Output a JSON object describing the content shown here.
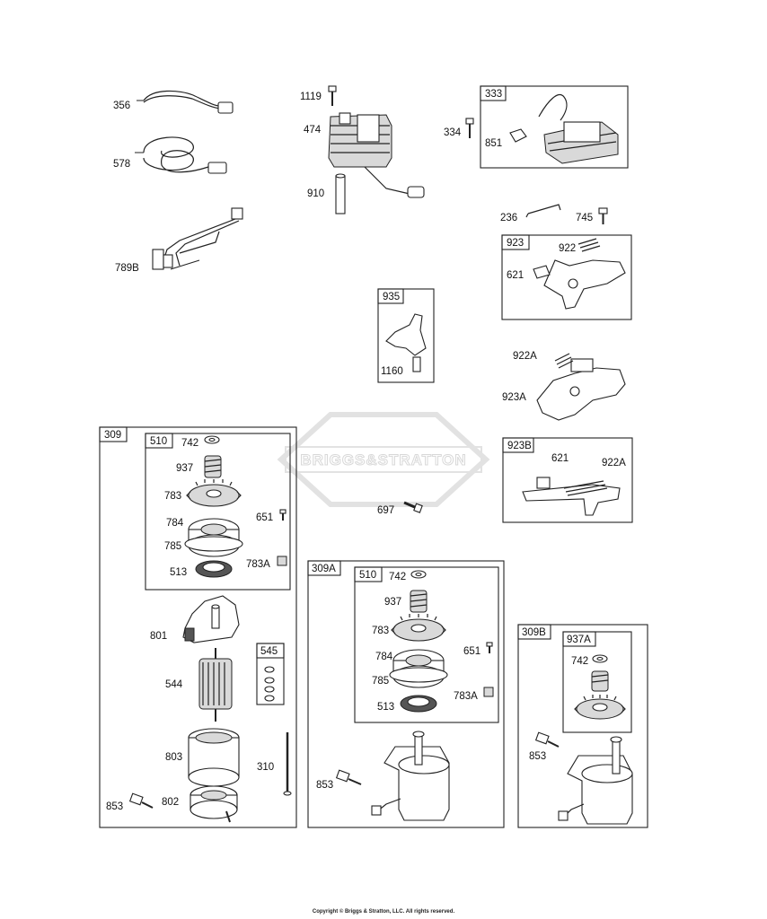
{
  "watermark": {
    "brand": "BRIGGS&STRATTON"
  },
  "copyright": "Copyright © Briggs & Stratton, LLC. All rights reserved.",
  "callouts": {
    "p356": "356",
    "p578": "578",
    "p789B": "789B",
    "p1119": "1119",
    "p474": "474",
    "p910": "910",
    "p334": "334",
    "p851": "851",
    "p236": "236",
    "p745": "745",
    "p922": "922",
    "p621": "621",
    "p1160": "1160",
    "p922A": "922A",
    "p923A": "923A",
    "p621b": "621",
    "p922Ab": "922A",
    "p697": "697",
    "s742": "742",
    "s937": "937",
    "s783": "783",
    "s784": "784",
    "s785": "785",
    "s513": "513",
    "s651": "651",
    "s783A": "783A",
    "s801": "801",
    "s544": "544",
    "s803": "803",
    "s310": "310",
    "s802": "802",
    "s853": "853",
    "a742": "742",
    "a937": "937",
    "a783": "783",
    "a784": "784",
    "a785": "785",
    "a513": "513",
    "a651": "651",
    "a783A": "783A",
    "a853": "853",
    "b742": "742",
    "b853": "853"
  },
  "boxes": {
    "b333": "333",
    "b923": "923",
    "b935": "935",
    "b923B": "923B",
    "b309": "309",
    "b510": "510",
    "b545": "545",
    "b309A": "309A",
    "b510a": "510",
    "b309B": "309B",
    "b937A": "937A"
  }
}
